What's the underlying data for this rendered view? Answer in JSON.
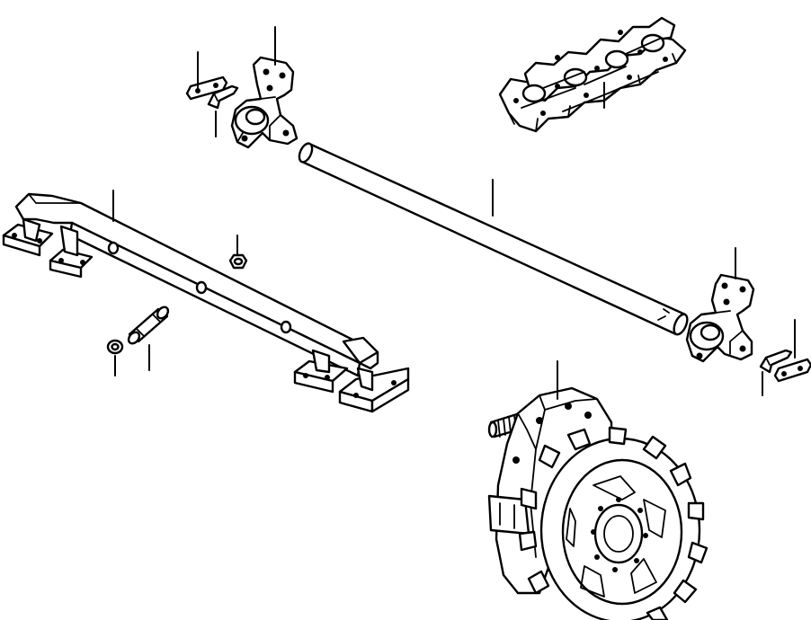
{
  "diagram": {
    "background": "#ffffff",
    "line_color": "#000000",
    "parts": [
      {
        "id": "track-chain",
        "icon": "track-link-chain"
      },
      {
        "id": "equalizer-bar",
        "icon": "beam-with-feet"
      },
      {
        "id": "pivot-shaft",
        "icon": "long-cylinder-shaft"
      },
      {
        "id": "bracket-left",
        "icon": "pivot-bracket"
      },
      {
        "id": "bracket-right",
        "icon": "pivot-bracket"
      },
      {
        "id": "lock-plate-left",
        "icon": "flat-plate"
      },
      {
        "id": "lock-plate-right",
        "icon": "flat-plate"
      },
      {
        "id": "retainer-clip-left",
        "icon": "bent-clip"
      },
      {
        "id": "retainer-clip-right",
        "icon": "bent-clip"
      },
      {
        "id": "nut",
        "icon": "hex-nut"
      },
      {
        "id": "washer",
        "icon": "ring-washer"
      },
      {
        "id": "pin",
        "icon": "cylinder-pin"
      },
      {
        "id": "final-drive-sprocket",
        "icon": "sprocket-gear"
      }
    ]
  }
}
